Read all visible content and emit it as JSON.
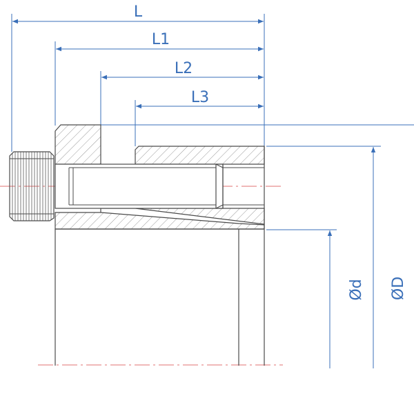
{
  "diagram": {
    "dimensions": {
      "L": "L",
      "L1": "L1",
      "L2": "L2",
      "L3": "L3",
      "d": "Ød",
      "D": "ØD"
    },
    "colors": {
      "outline": "#4a4a4a",
      "hatch": "#9a9a9a",
      "dimension": "#3a6fb8",
      "centerline": "#e07070"
    }
  }
}
